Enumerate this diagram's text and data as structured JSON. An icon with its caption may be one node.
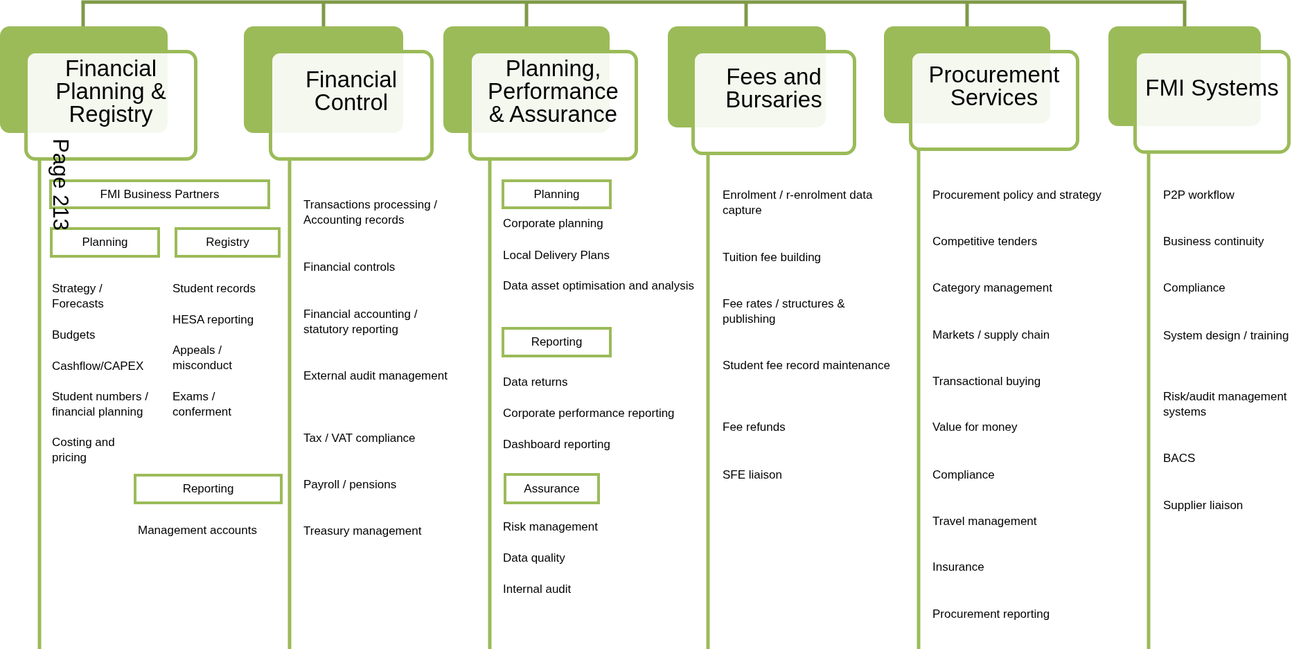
{
  "diagram": {
    "nodes": [
      {
        "text": [
          "Financial Planning & Registry"
        ]
      },
      {
        "text": [
          "Financial Control"
        ]
      },
      {
        "text": [
          "Planning, Performance & Assurance"
        ]
      },
      {
        "text": [
          "Fees and Bursaries"
        ]
      },
      {
        "text": [
          "Procurement Services"
        ]
      },
      {
        "text": [
          "FMI Systems"
        ]
      },
      {
        "text": [
          "FMI Business Partners"
        ]
      },
      {
        "text": [
          "Planning"
        ]
      },
      {
        "text": [
          "Registry"
        ]
      },
      {
        "text": [
          "Reporting"
        ]
      },
      {
        "text": [
          "Planning"
        ]
      },
      {
        "text": [
          "Reporting"
        ]
      },
      {
        "text": [
          "Assurance"
        ]
      }
    ],
    "edges": [
      {
        "from": null,
        "to": 0,
        "arrow": "none"
      },
      {
        "from": null,
        "to": 1,
        "arrow": "none"
      },
      {
        "from": null,
        "to": 2,
        "arrow": "none"
      },
      {
        "from": null,
        "to": 3,
        "arrow": "none"
      },
      {
        "from": null,
        "to": 4,
        "arrow": "none"
      },
      {
        "from": null,
        "to": 5,
        "arrow": "none"
      }
    ],
    "labels": [
      "Page 213",
      "Strategy / Forecasts",
      "Student records",
      "HESA reporting",
      "Budgets",
      "Appeals / misconduct",
      "Cashflow/CAPEX",
      "Student numbers / financial planning",
      "Exams / conferment",
      "Costing and pricing",
      "Management accounts",
      "Transactions processing / Accounting records",
      "Financial controls",
      "Financial accounting / statutory reporting",
      "External audit management",
      "Tax / VAT compliance",
      "Payroll / pensions",
      "Treasury management",
      "Corporate planning",
      "Local Delivery Plans",
      "Data asset optimisation and analysis",
      "Data returns",
      "Corporate performance reporting",
      "Dashboard reporting",
      "Risk management",
      "Data quality",
      "Internal audit",
      "Enrolment / r-enrolment data capture",
      "Tuition fee building",
      "Fee rates / structures & publishing",
      "Student fee record maintenance",
      "Fee refunds",
      "SFE liaison",
      "Procurement policy and strategy",
      "Competitive tenders",
      "Category management",
      "Markets / supply chain",
      "Transactional buying",
      "Value for money",
      "Compliance",
      "Travel management",
      "Insurance",
      "Procurement reporting",
      "P2P workflow",
      "Business continuity",
      "Compliance",
      "System design / training",
      "Risk/audit management systems",
      "BACS",
      "Supplier liaison"
    ]
  }
}
